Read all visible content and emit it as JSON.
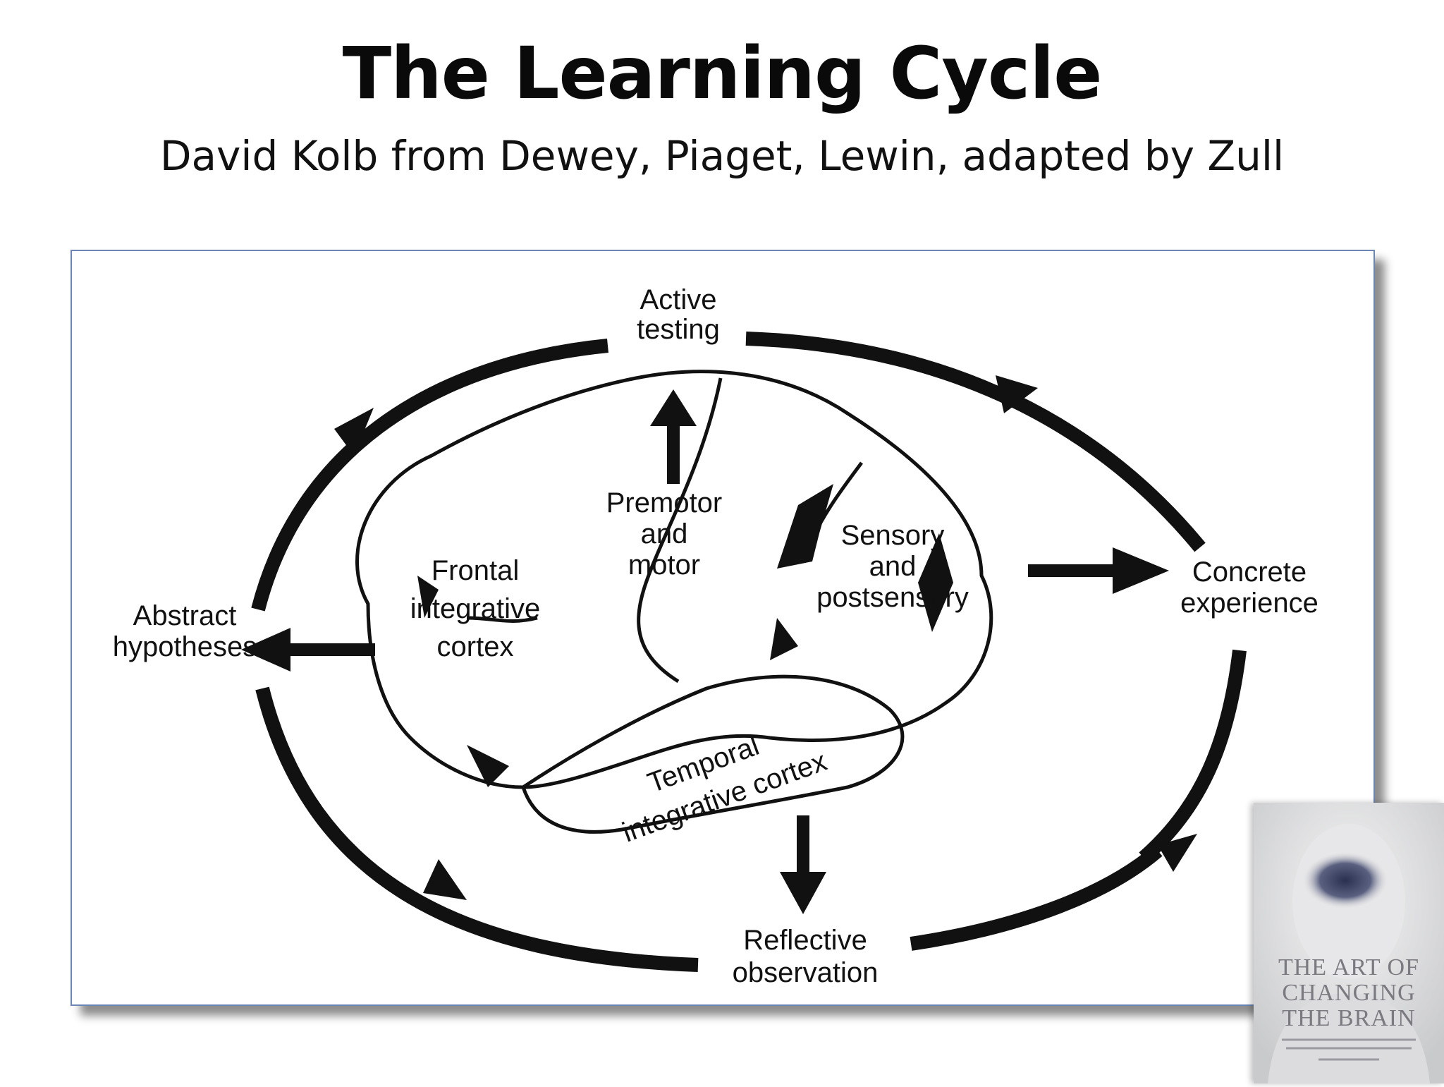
{
  "title": "The Learning Cycle",
  "subtitle": "David Kolb from Dewey, Piaget, Lewin, adapted by Zull",
  "diagram": {
    "cycle_labels": {
      "top": [
        "Active",
        "testing"
      ],
      "right": [
        "Concrete",
        "experience"
      ],
      "bottom": [
        "Reflective",
        "observation"
      ],
      "left": [
        "Abstract",
        "hypotheses"
      ]
    },
    "brain_labels": {
      "premotor": [
        "Premotor",
        "and",
        "motor"
      ],
      "frontal": [
        "Frontal",
        "integrative",
        "cortex"
      ],
      "sensory": [
        "Sensory",
        "and",
        "postsensory"
      ],
      "temporal": [
        "Temporal",
        "integrative cortex"
      ]
    }
  },
  "book_cover": {
    "title_lines": [
      "THE ART OF",
      "CHANGING",
      "THE BRAIN"
    ]
  }
}
